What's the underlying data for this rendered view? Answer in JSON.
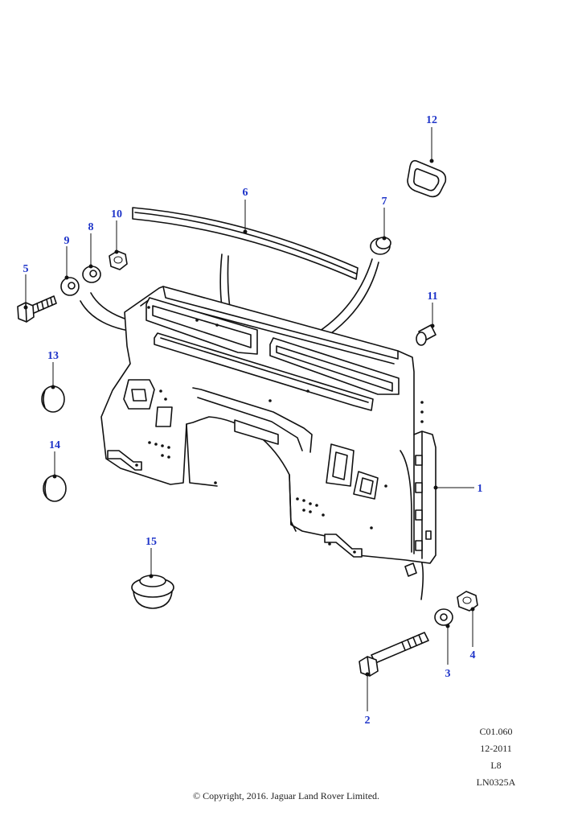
{
  "callouts": {
    "c1": "1",
    "c2": "2",
    "c3": "3",
    "c4": "4",
    "c5": "5",
    "c6": "6",
    "c7": "7",
    "c8": "8",
    "c9": "9",
    "c10": "10",
    "c11": "11",
    "c12": "12",
    "c13": "13",
    "c14": "14",
    "c15": "15"
  },
  "info": {
    "code": "C01.060",
    "date": "12-2011",
    "level": "L8",
    "ref": "LN0325A"
  },
  "copyright": "© Copyright, 2016. Jaguar Land Rover Limited.",
  "colors": {
    "callout": "#1f35c9",
    "line": "#111111",
    "background": "#ffffff"
  }
}
